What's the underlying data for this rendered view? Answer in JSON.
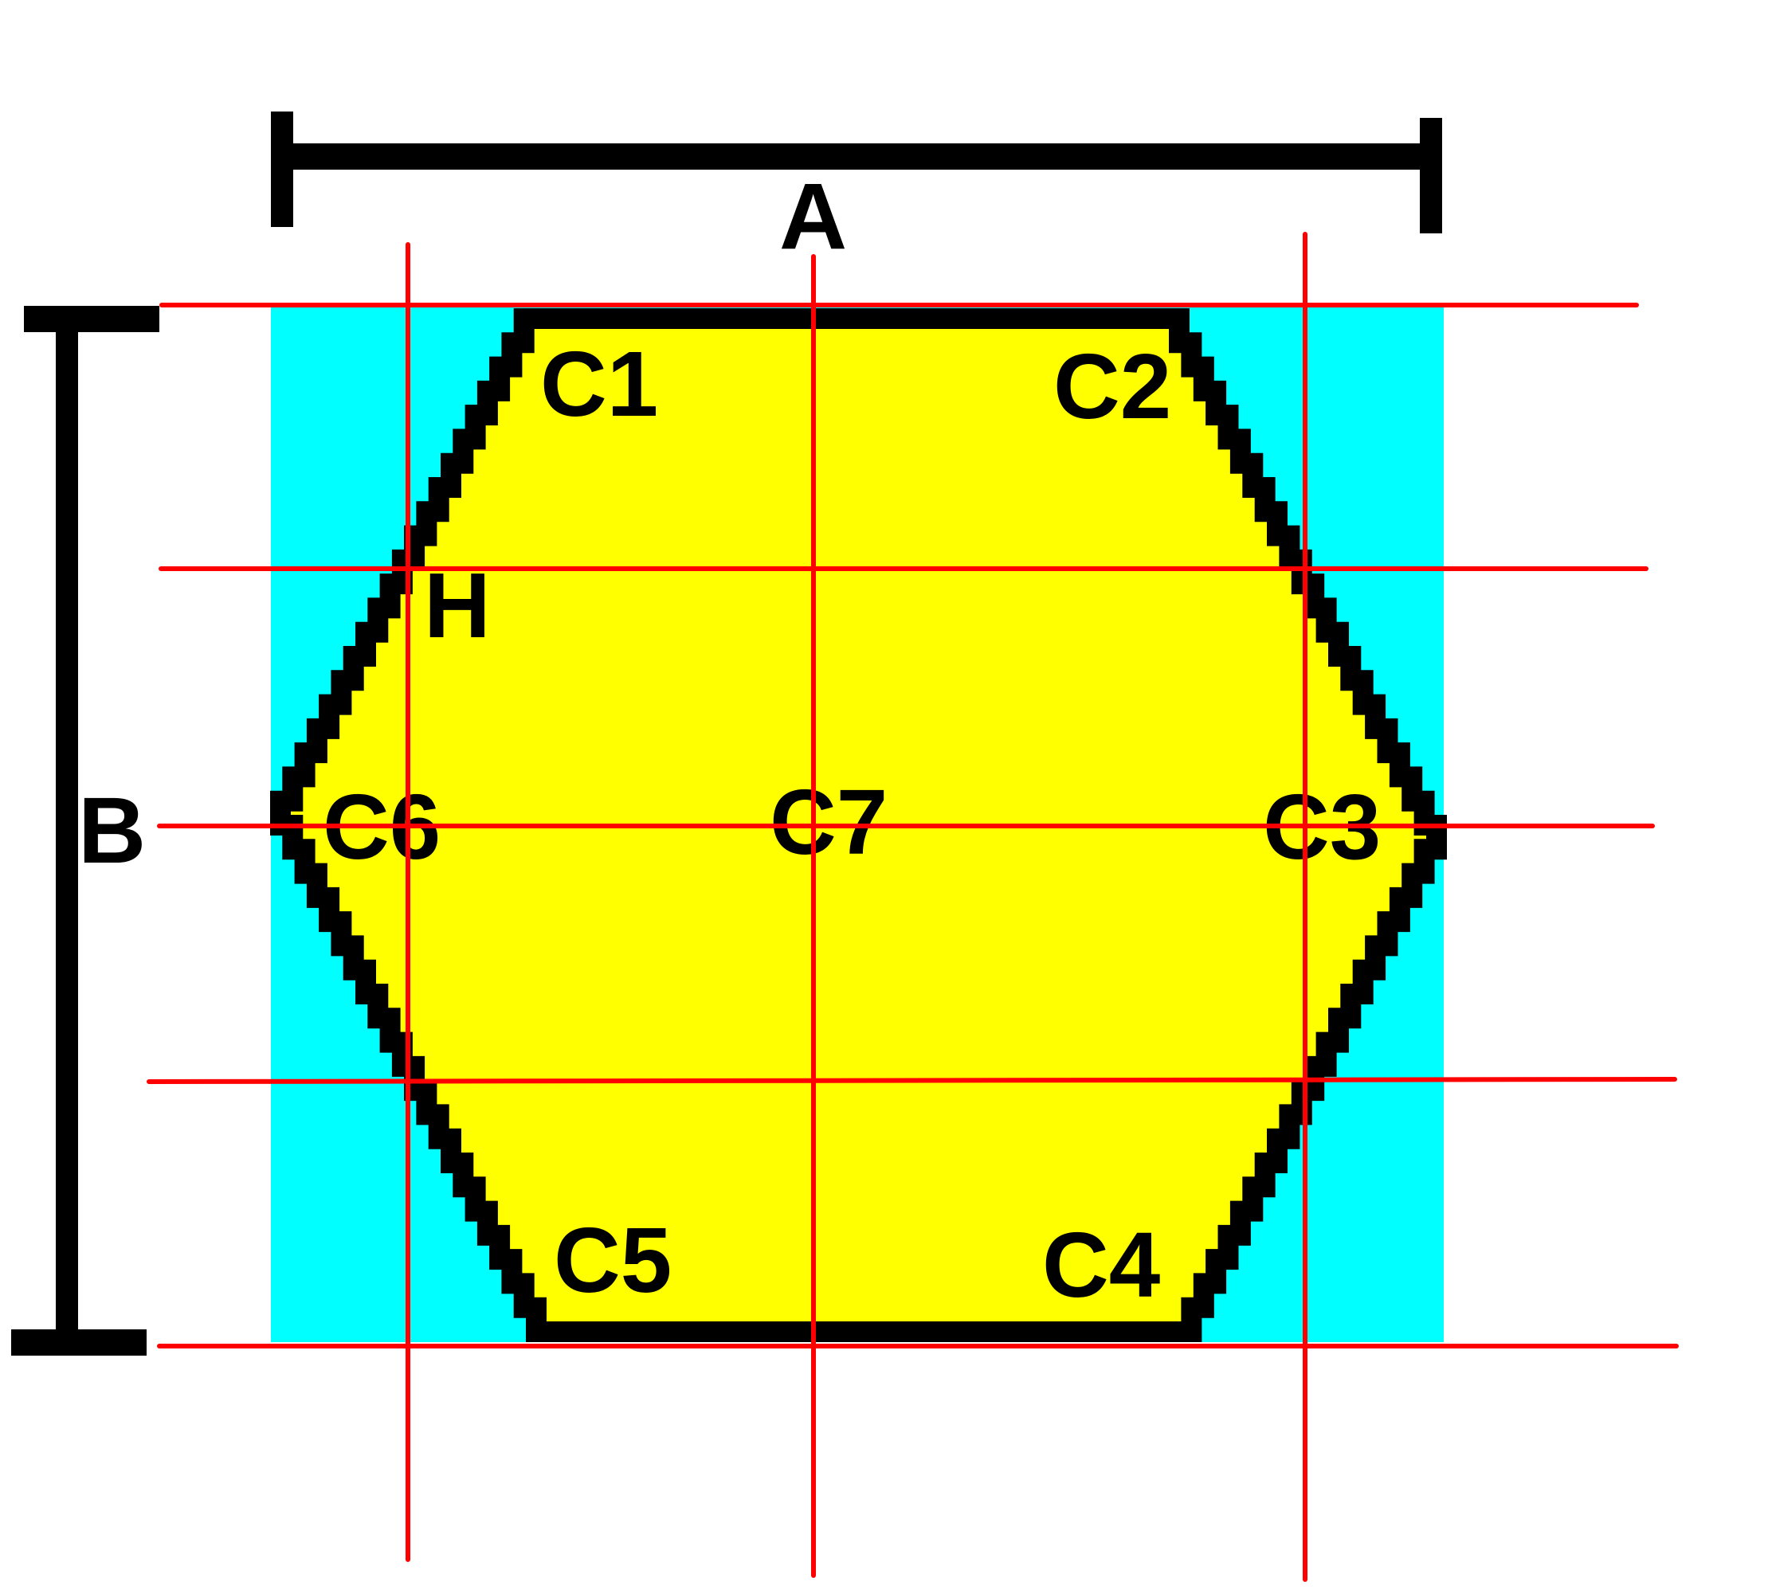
{
  "dimensions": {
    "width_label": "A",
    "height_label": "B"
  },
  "corners": {
    "c1": "C1",
    "c2": "C2",
    "c3": "C3",
    "c4": "C4",
    "c5": "C5",
    "c6": "C6",
    "c7": "C7"
  },
  "marker": "H",
  "colors": {
    "background": "#ffffff",
    "bounding_fill": "#00ffff",
    "hexagon_fill": "#ffff00",
    "outline": "#000000",
    "grid_lines": "#ff0000"
  }
}
